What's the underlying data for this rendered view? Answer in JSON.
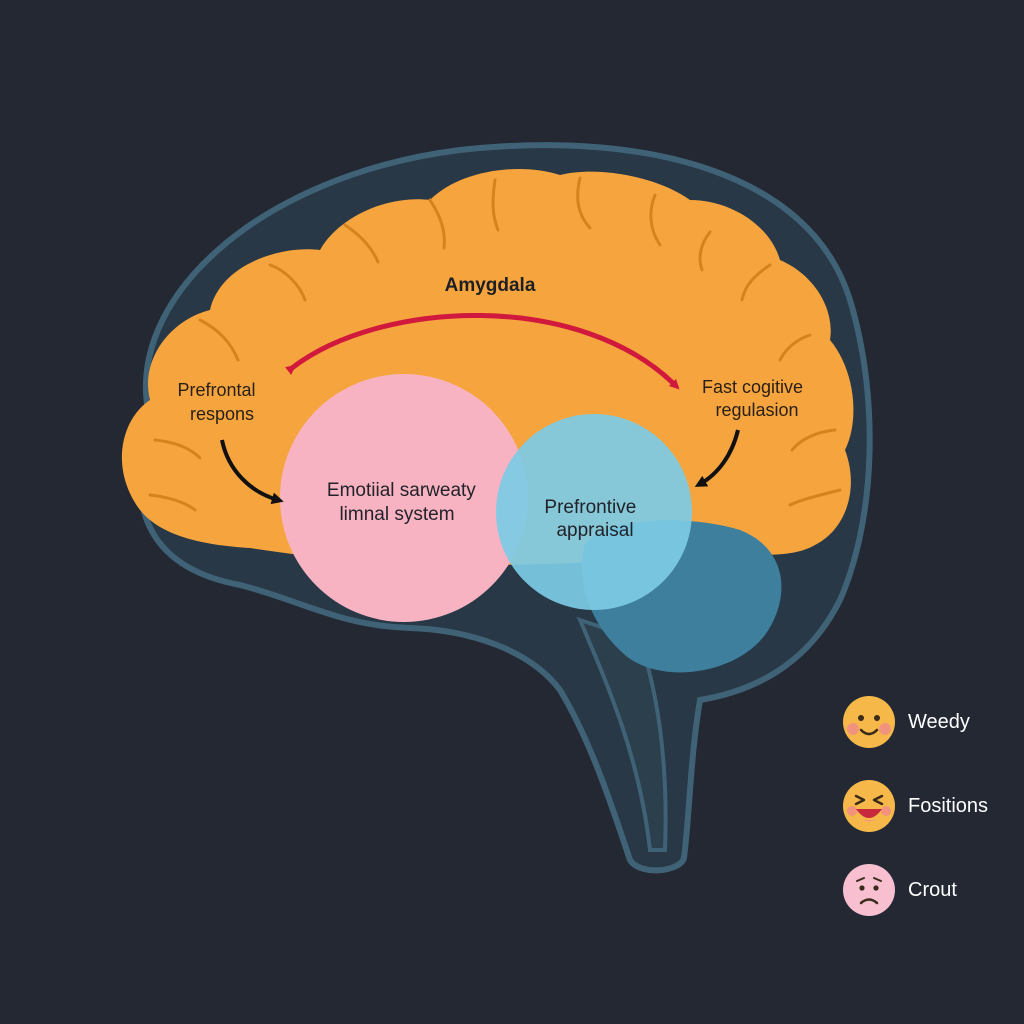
{
  "diagram": {
    "title_label": "Amygdala",
    "left_label_lines": [
      "Prefrontal",
      "respons"
    ],
    "right_label_lines": [
      "Fast cogitive",
      "regulasion"
    ],
    "pink_circle_lines": [
      "Emotiial sarweaty",
      "limnal system"
    ],
    "blue_circle_lines": [
      "Prefrontive",
      "appraisal"
    ],
    "colors": {
      "background": "#232833",
      "brain_outline": "#3f6276",
      "cortex": "#f6a53e",
      "gyri_lines": "#d4841f",
      "pink_circle": "#f7b3c2",
      "blue_circle": "#7ccbe5",
      "deep_blue": "#3d7f9c",
      "arrow_red": "#d0193d",
      "arrow_black": "#111111"
    }
  },
  "legend": [
    {
      "icon": "smiling-face-icon",
      "label": "Weedy"
    },
    {
      "icon": "laughing-face-icon",
      "label": "Fositions"
    },
    {
      "icon": "worried-face-icon",
      "label": "Crout"
    }
  ]
}
